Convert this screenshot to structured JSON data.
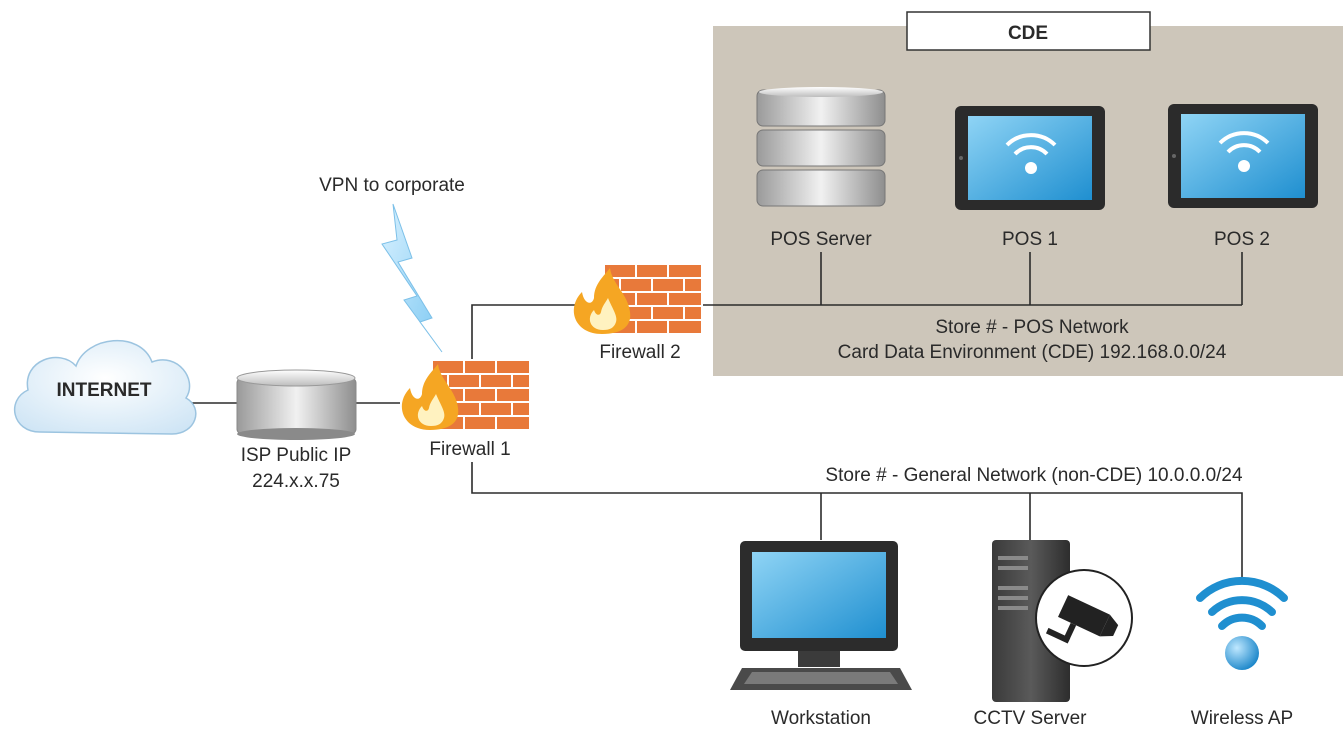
{
  "cde_zone": {
    "title": "CDE",
    "network_name": "Store # - POS Network",
    "network_detail": "Card Data Environment (CDE) 192.168.0.0/24"
  },
  "internet": {
    "label": "INTERNET"
  },
  "isp": {
    "label_line1": "ISP Public IP",
    "label_line2": "224.x.x.75"
  },
  "vpn": {
    "label": "VPN to corporate"
  },
  "firewalls": [
    {
      "label": "Firewall 1"
    },
    {
      "label": "Firewall 2"
    }
  ],
  "cde_devices": [
    {
      "label": "POS Server"
    },
    {
      "label": "POS 1"
    },
    {
      "label": "POS 2"
    }
  ],
  "general_network": {
    "label": "Store # - General Network (non-CDE) 10.0.0.0/24",
    "devices": [
      {
        "label": "Workstation"
      },
      {
        "label": "CCTV Server"
      },
      {
        "label": "Wireless AP"
      }
    ]
  },
  "colors": {
    "cde_background": "#cdc6ba",
    "firewall_brick": "#e8793a",
    "flame": "#f5a623",
    "screen_blue": "#2ea3e0",
    "cloud": "#dfeef9"
  },
  "icons": [
    "cloud-icon",
    "router-icon",
    "firewall-icon",
    "lightning-icon",
    "server-icon",
    "tablet-icon",
    "monitor-icon",
    "cctv-server-icon",
    "wifi-icon"
  ]
}
